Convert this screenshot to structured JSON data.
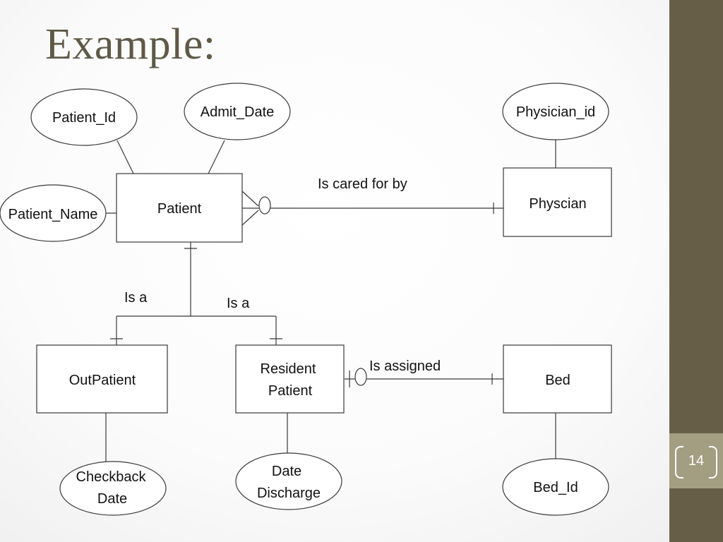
{
  "slide": {
    "title": "Example:",
    "page_number": "14"
  },
  "colors": {
    "sidebar": "#675e47",
    "page_box": "#a39d82",
    "title": "#5f5a47"
  },
  "entities": {
    "patient": "Patient",
    "physician": "Physcian",
    "outpatient": "OutPatient",
    "resident_patient": [
      "Resident",
      "Patient"
    ],
    "bed": "Bed"
  },
  "attributes": {
    "patient_id": "Patient_Id",
    "admit_date": "Admit_Date",
    "patient_name": "Patient_Name",
    "physician_id": "Physician_id",
    "checkback_date": [
      "Checkback",
      "Date"
    ],
    "date_discharge": [
      "Date",
      "Discharge"
    ],
    "bed_id": "Bed_Id"
  },
  "relationships": {
    "cared_for": "Is cared for by",
    "is_a_left": "Is a",
    "is_a_right": "Is a",
    "assigned": "Is assigned"
  }
}
